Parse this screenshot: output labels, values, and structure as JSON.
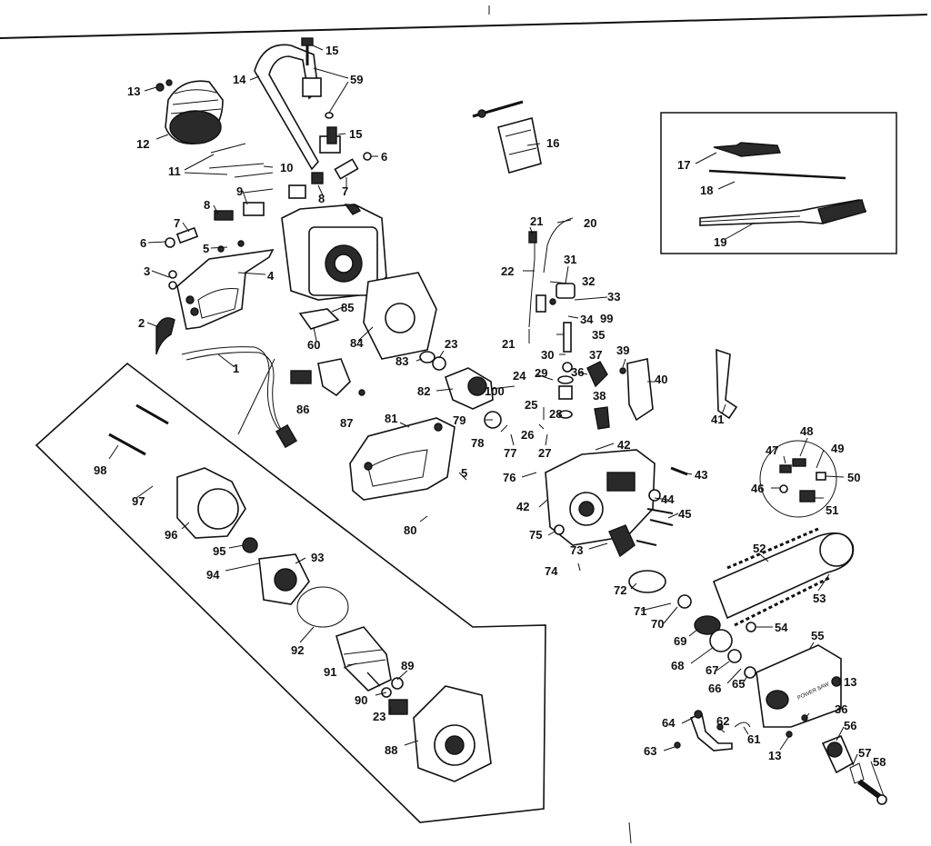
{
  "callouts": [
    "1",
    "2",
    "3",
    "4",
    "5",
    "6",
    "7",
    "8",
    "9",
    "10",
    "11",
    "12",
    "13",
    "14",
    "15",
    "59",
    "16",
    "17",
    "18",
    "19",
    "20",
    "21",
    "22",
    "31",
    "32",
    "33",
    "34",
    "99",
    "35",
    "30",
    "23",
    "24",
    "29",
    "36",
    "37",
    "39",
    "40",
    "41",
    "82",
    "100",
    "25",
    "28",
    "38",
    "79",
    "78",
    "77",
    "26",
    "27",
    "42",
    "81",
    "83",
    "84",
    "85",
    "60",
    "86",
    "87",
    "98",
    "97",
    "96",
    "95",
    "94",
    "93",
    "92",
    "91",
    "90",
    "89",
    "88",
    "80",
    "76",
    "75",
    "74",
    "73",
    "72",
    "71",
    "70",
    "69",
    "68",
    "67",
    "66",
    "65",
    "64",
    "63",
    "62",
    "61",
    "43",
    "44",
    "45",
    "46",
    "47",
    "48",
    "49",
    "50",
    "51",
    "52",
    "53",
    "54",
    "55",
    "56",
    "57",
    "58"
  ]
}
